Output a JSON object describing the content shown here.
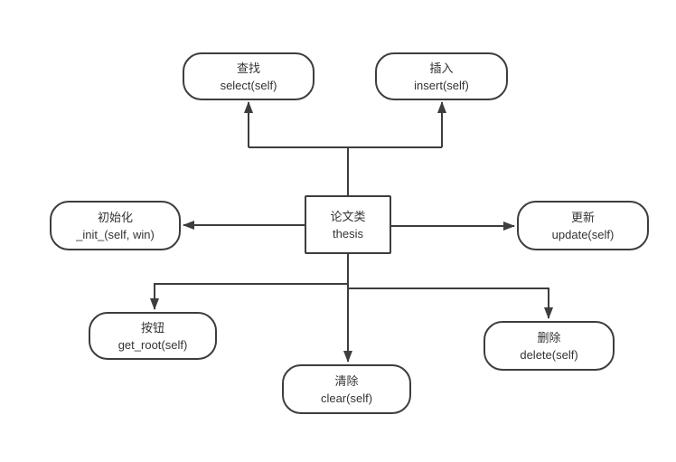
{
  "colors": {
    "line": "#3d3d3d",
    "text": "#333333",
    "node_border": "#3d3d3d",
    "node_fill": "#ffffff",
    "background": "#ffffff"
  },
  "center_node": {
    "id": "thesis",
    "label_zh": "论文类",
    "label_en": "thesis"
  },
  "nodes": [
    {
      "id": "select",
      "label_zh": "查找",
      "label_en": "select(self)"
    },
    {
      "id": "insert",
      "label_zh": "插入",
      "label_en": "insert(self)"
    },
    {
      "id": "init",
      "label_zh": "初始化",
      "label_en": "_init_(self, win)"
    },
    {
      "id": "update",
      "label_zh": "更新",
      "label_en": "update(self)"
    },
    {
      "id": "get_root",
      "label_zh": "按钮",
      "label_en": "get_root(self)"
    },
    {
      "id": "clear",
      "label_zh": "清除",
      "label_en": "clear(self)"
    },
    {
      "id": "delete",
      "label_zh": "删除",
      "label_en": "delete(self)"
    }
  ],
  "edges": [
    {
      "from": "thesis",
      "to": "select"
    },
    {
      "from": "thesis",
      "to": "insert"
    },
    {
      "from": "thesis",
      "to": "init"
    },
    {
      "from": "thesis",
      "to": "update"
    },
    {
      "from": "thesis",
      "to": "get_root"
    },
    {
      "from": "thesis",
      "to": "clear"
    },
    {
      "from": "thesis",
      "to": "delete"
    }
  ]
}
